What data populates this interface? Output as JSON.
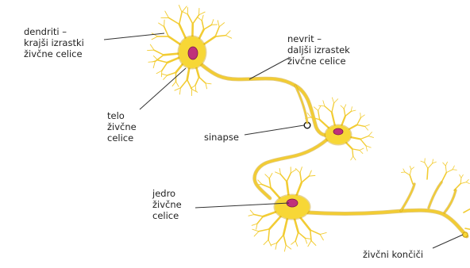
{
  "labels": {
    "dendrites": [
      "dendriti –",
      "krajši izrastki",
      "živčne celice"
    ],
    "neurite": [
      "nevrit –",
      "daljši izrastek",
      "živčne celice"
    ],
    "cell_body": [
      "telo",
      "živčne",
      "celice"
    ],
    "synapses": [
      "sinapse"
    ],
    "nucleus": [
      "jedro",
      "živčne",
      "celice"
    ],
    "terminals": [
      "živčni končiči"
    ]
  },
  "colors": {
    "axon": "#f2cc33",
    "axon_edge": "#c99d10",
    "soma": "#f7d736",
    "nucleus": "#c0307a",
    "leader": "#333333"
  }
}
